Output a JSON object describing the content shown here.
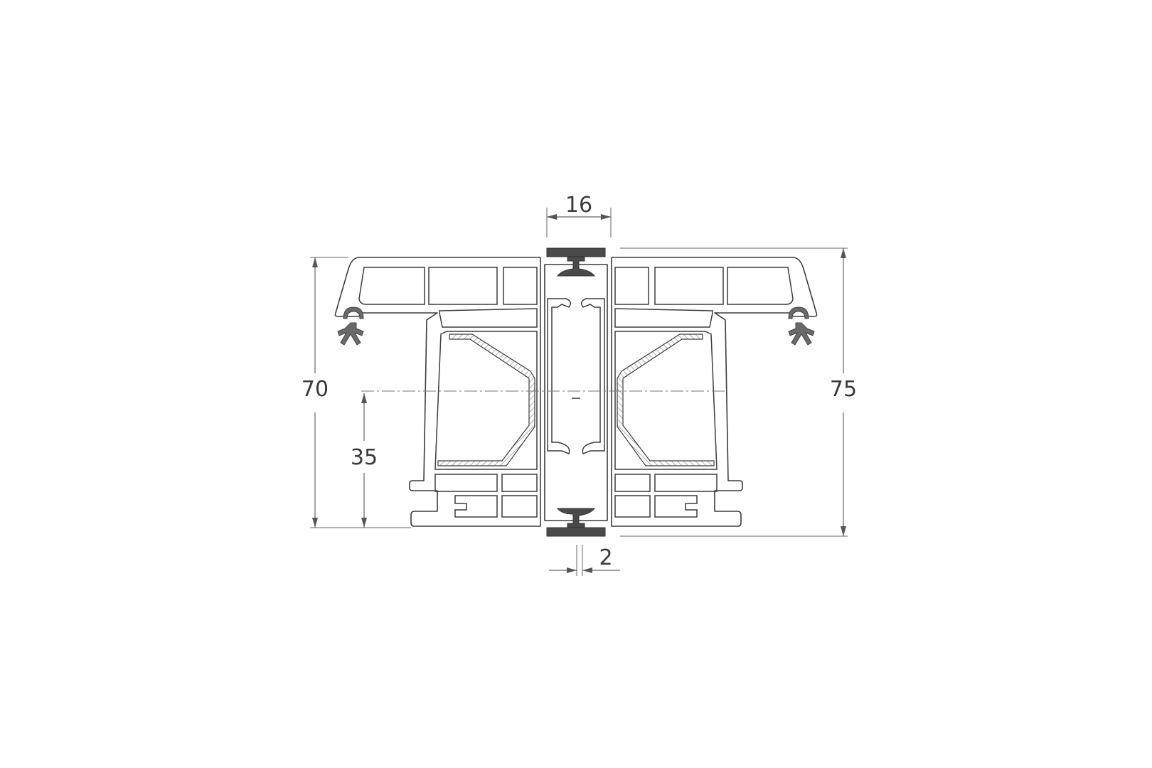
{
  "drawing": {
    "dimensions": {
      "top_width": "16",
      "left_height": "70",
      "mid_height": "35",
      "right_height": "75",
      "gap": "2"
    },
    "colors": {
      "line": "#3c3c3c",
      "dimension": "#666666",
      "gasket": "#4a4a4a"
    }
  }
}
